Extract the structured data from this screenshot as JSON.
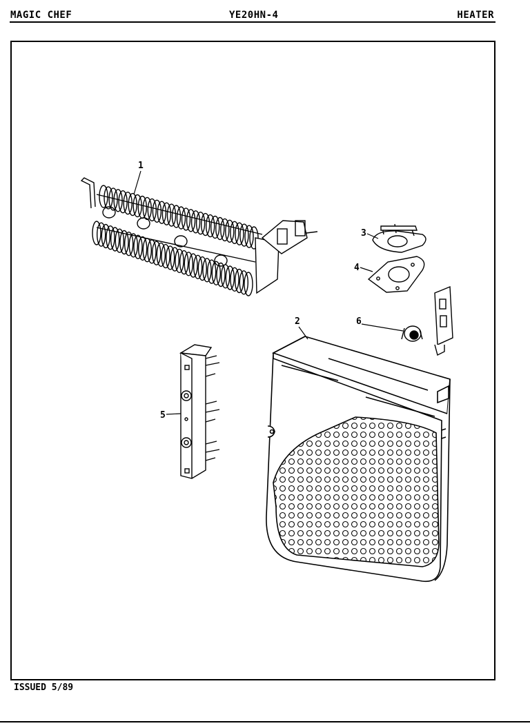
{
  "header": {
    "brand": "MAGIC CHEF",
    "model": "YE20HN-4",
    "section": "HEATER"
  },
  "footer": {
    "issued": "ISSUED 5/89"
  },
  "callouts": [
    "1",
    "2",
    "3",
    "4",
    "5",
    "6"
  ],
  "parts": [
    {
      "callout": "1",
      "icon": "heating-element-coil-icon"
    },
    {
      "callout": "2",
      "icon": "heater-housing-icon"
    },
    {
      "callout": "3",
      "icon": "thermostat-icon"
    },
    {
      "callout": "4",
      "icon": "thermostat-mounting-plate-icon"
    },
    {
      "callout": "5",
      "icon": "terminal-block-icon"
    },
    {
      "callout": "6",
      "icon": "thermal-fuse-icon"
    }
  ],
  "colors": {
    "ink": "#000000",
    "paper": "#ffffff"
  }
}
